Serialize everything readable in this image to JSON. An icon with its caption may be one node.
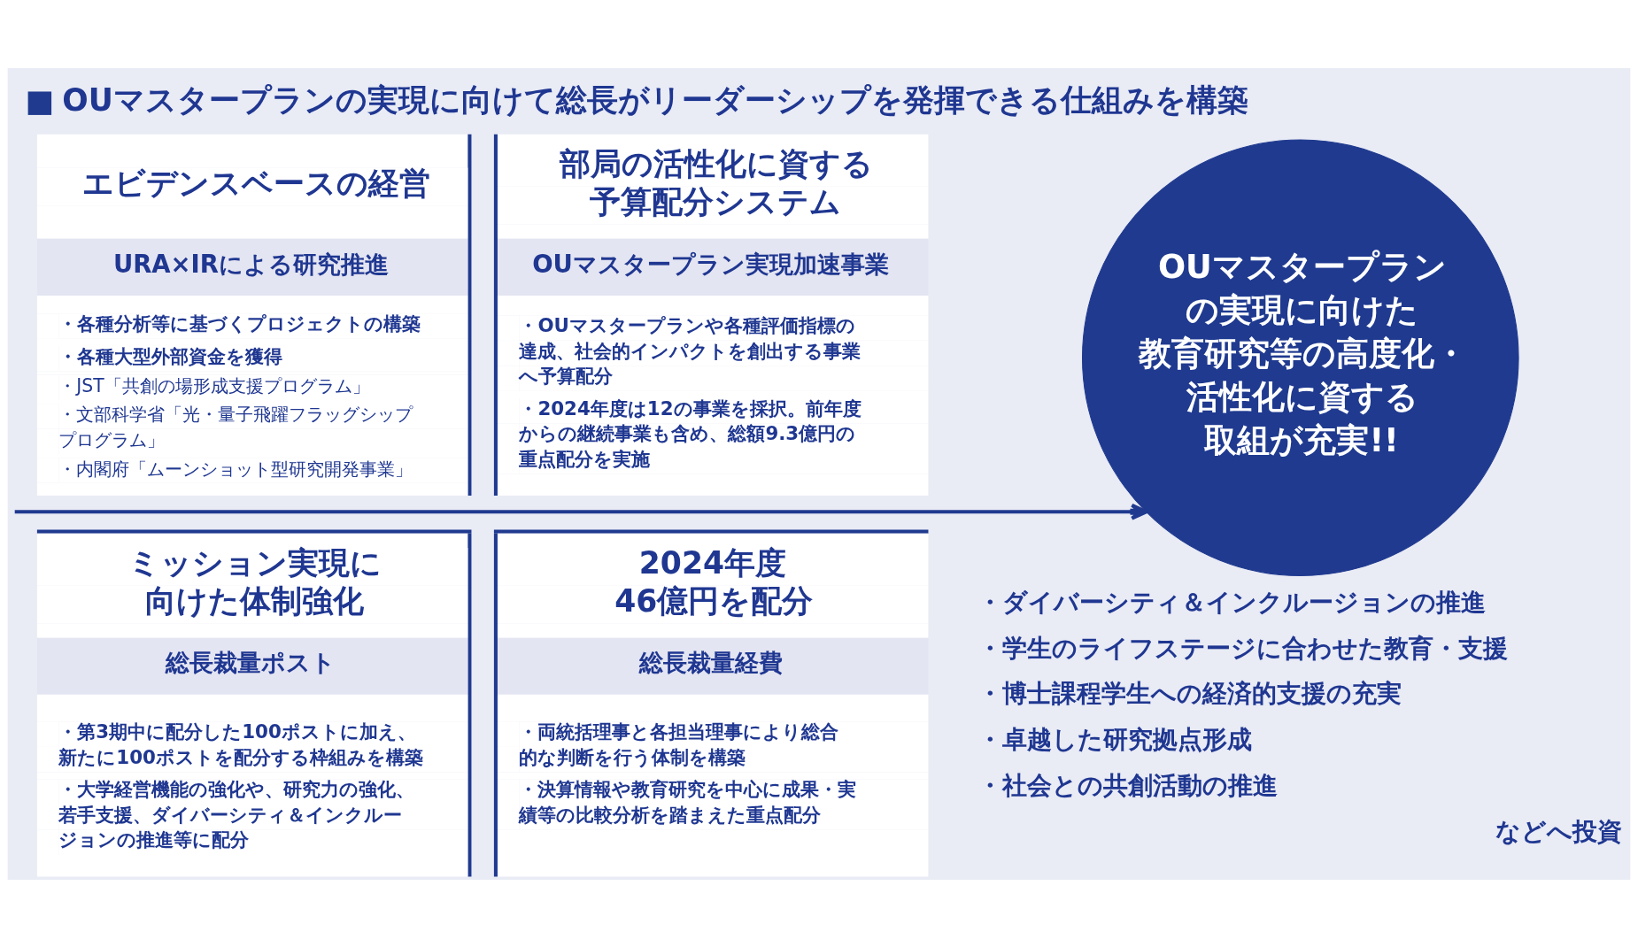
{
  "diagram": {
    "title": "OUマスタープランの実現に向けて総長がリーダーシップを発揮できる仕組みを構築",
    "nodes": [
      {
        "text": [
          "エビデンスベースの経営",
          "URA×IRによる研究推進",
          "・各種分析等に基づくプロジェクトの構築",
          "・各種大型外部資金を獲得",
          "・JST「共創の場形成支援プログラム」",
          "・文部科学省「光・量子飛躍フラッグシッププログラム」",
          "・内閣府「ムーンショット型研究開発事業」"
        ]
      },
      {
        "text": [
          "部局の活性化に資する予算配分システム",
          "OUマスタープラン実現加速事業",
          "・OUマスタープランや各種評価指標の達成、社会的インパクトを創出する事業へ予算配分",
          "・2024年度は12の事業を採択。前年度からの継続事業も含め、総額9.3億円の重点配分を実施"
        ]
      },
      {
        "text": [
          "OUマスタープランの実現に向けた教育研究等の高度化・活性化に資する取組が充実!!"
        ]
      },
      {
        "text": [
          "ミッション実現に向けた体制強化",
          "総長裁量ポスト",
          "・第3期中に配分した100ポストに加え、新たに100ポストを配分する枠組みを構築",
          "・大学経営機能の強化や、研究力の強化、若手支援、ダイバーシティ＆インクルージョンの推進等に配分"
        ]
      },
      {
        "text": [
          "2024年度46億円を配分",
          "総長裁量経費",
          "・両統括理事と各担当理事により総合的な判断を行う体制を構築",
          "・決算情報や教育研究を中心に成果・実績等の比較分析を踏まえた重点配分"
        ]
      }
    ],
    "edges": [
      {
        "from": null,
        "to": 2,
        "arrow": "to"
      }
    ],
    "labels": [
      "・ダイバーシティ＆インクルージョンの推進",
      "・学生のライフステージに合わせた教育・支援",
      "・博士課程学生への経済的支援の充実",
      "・卓越した研究拠点形成",
      "・社会との共創活動の推進",
      "などへ投資"
    ]
  }
}
